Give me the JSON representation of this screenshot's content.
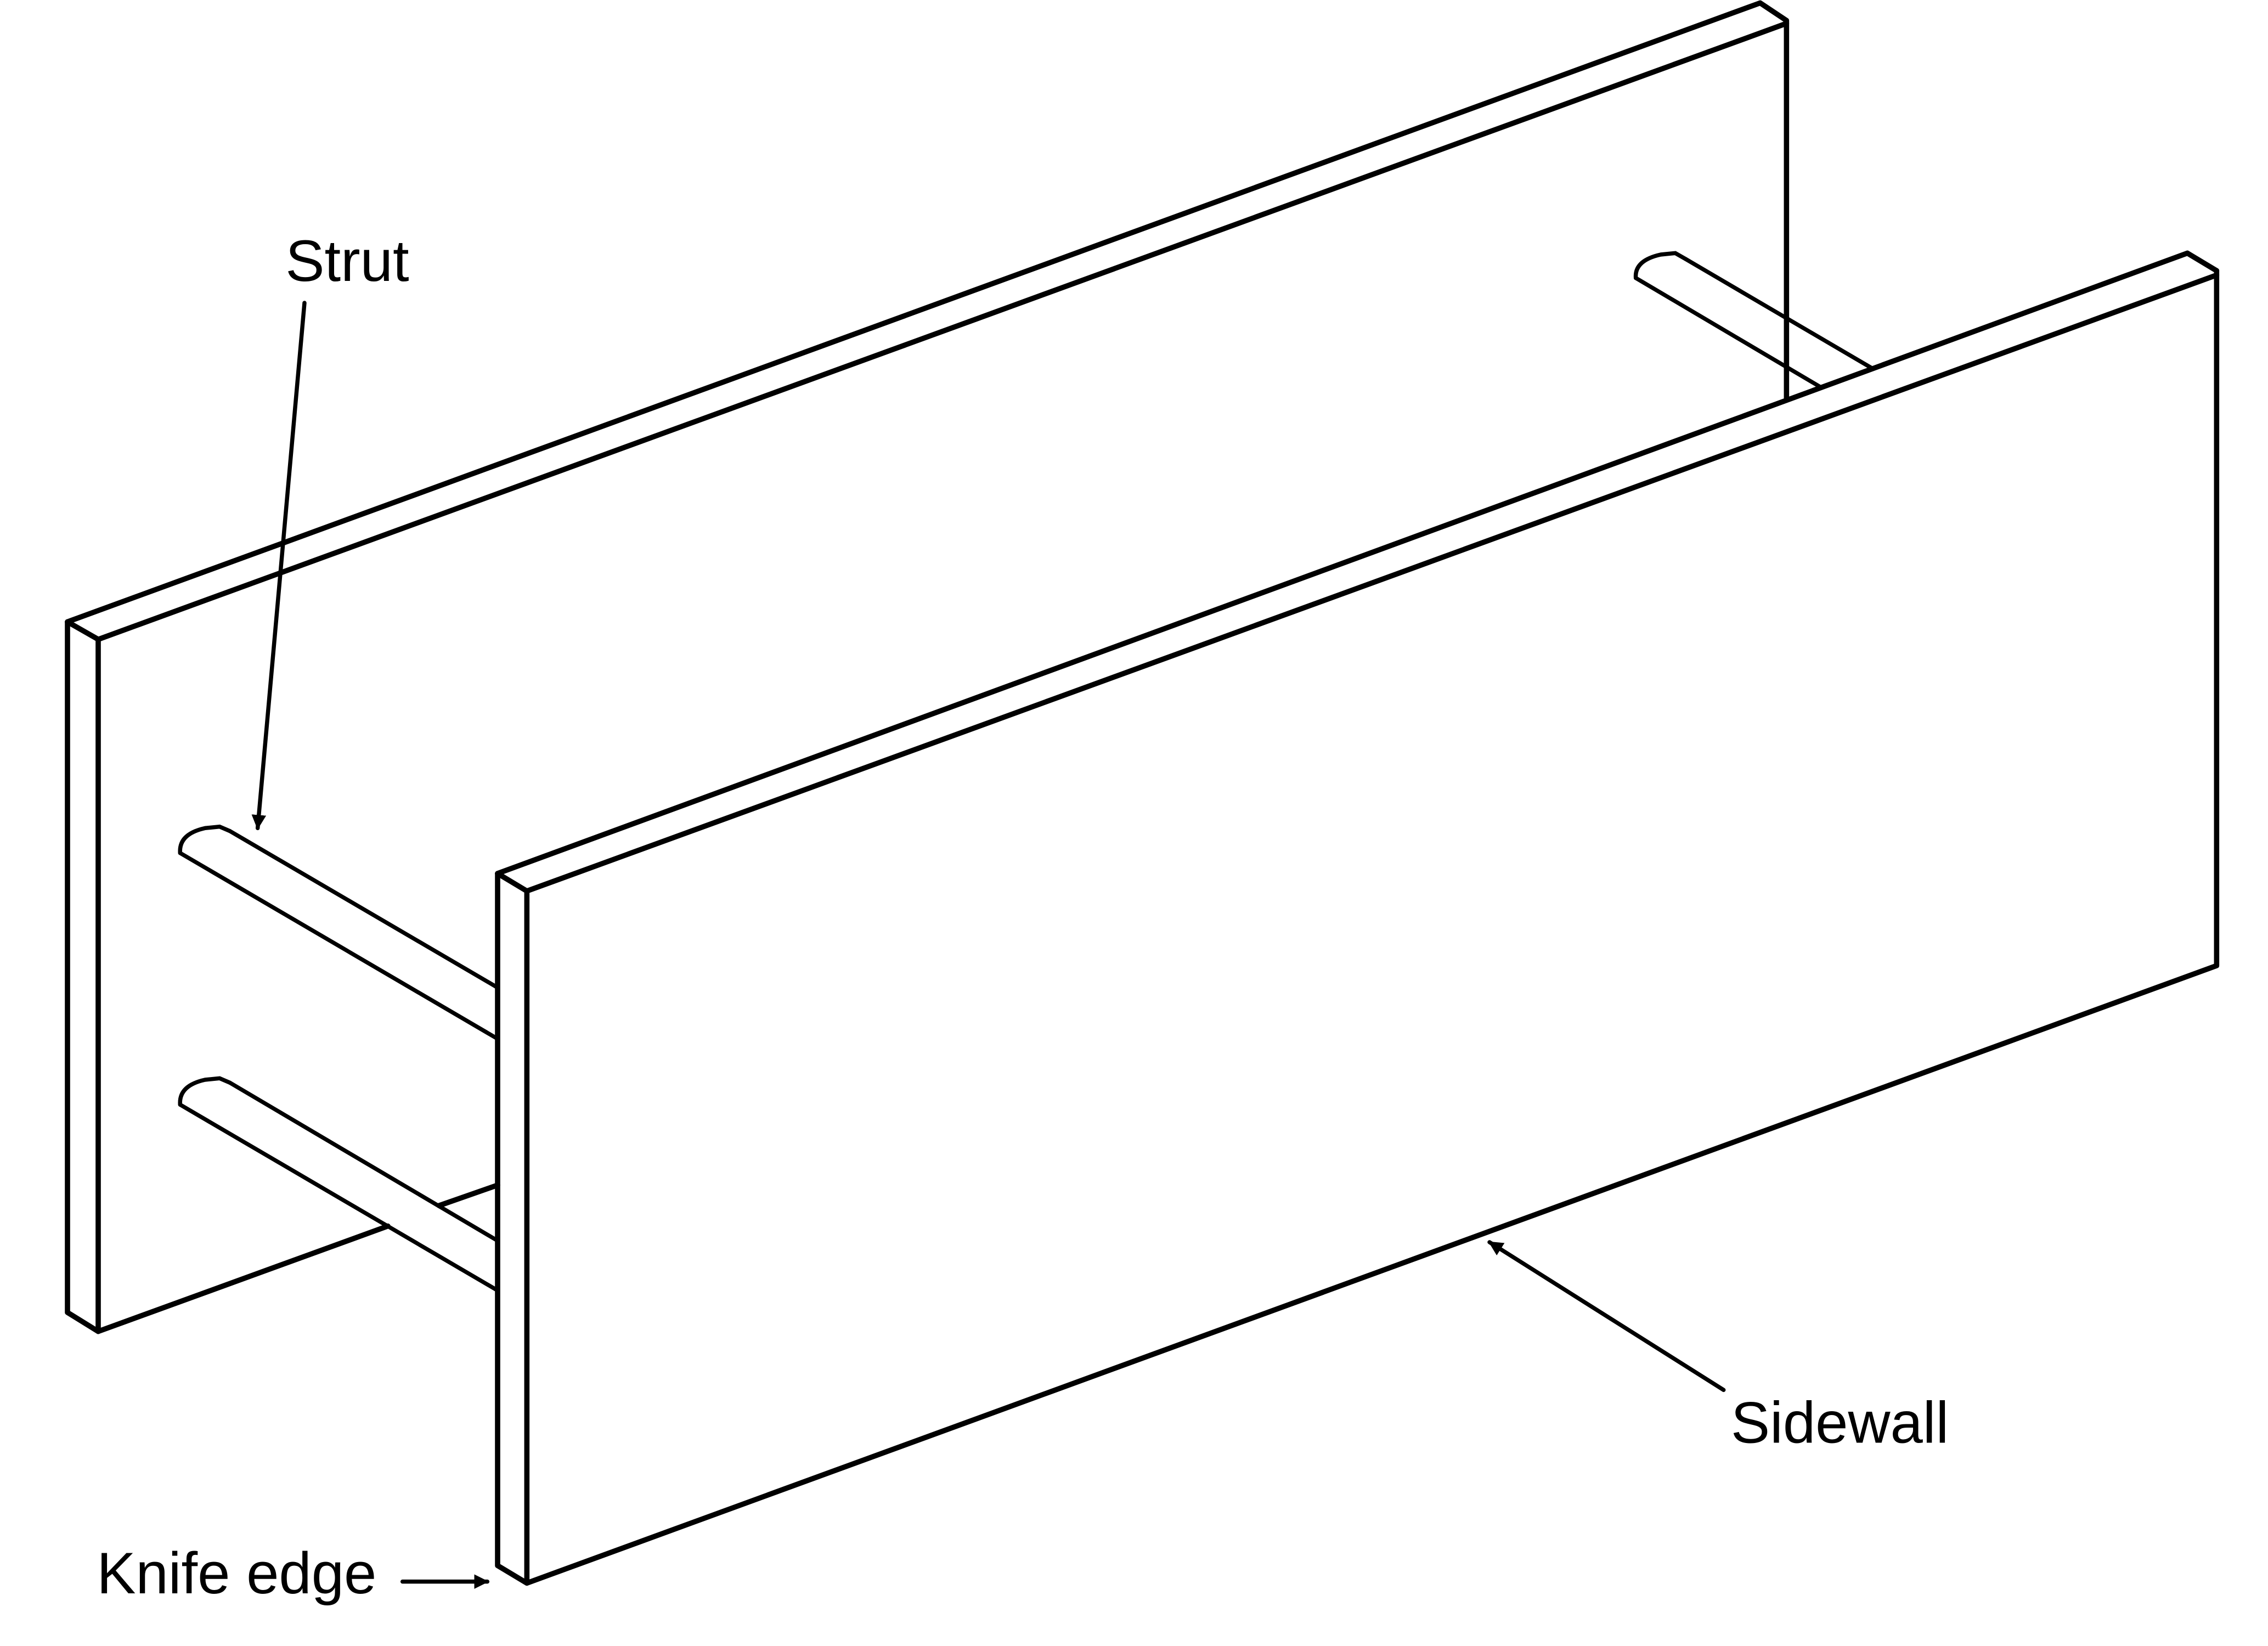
{
  "diagram": {
    "labels": {
      "strut": "Strut",
      "sidewall": "Sidewall",
      "knife_edge": "Knife edge"
    },
    "colors": {
      "line": "#000000",
      "background": "#ffffff"
    }
  }
}
